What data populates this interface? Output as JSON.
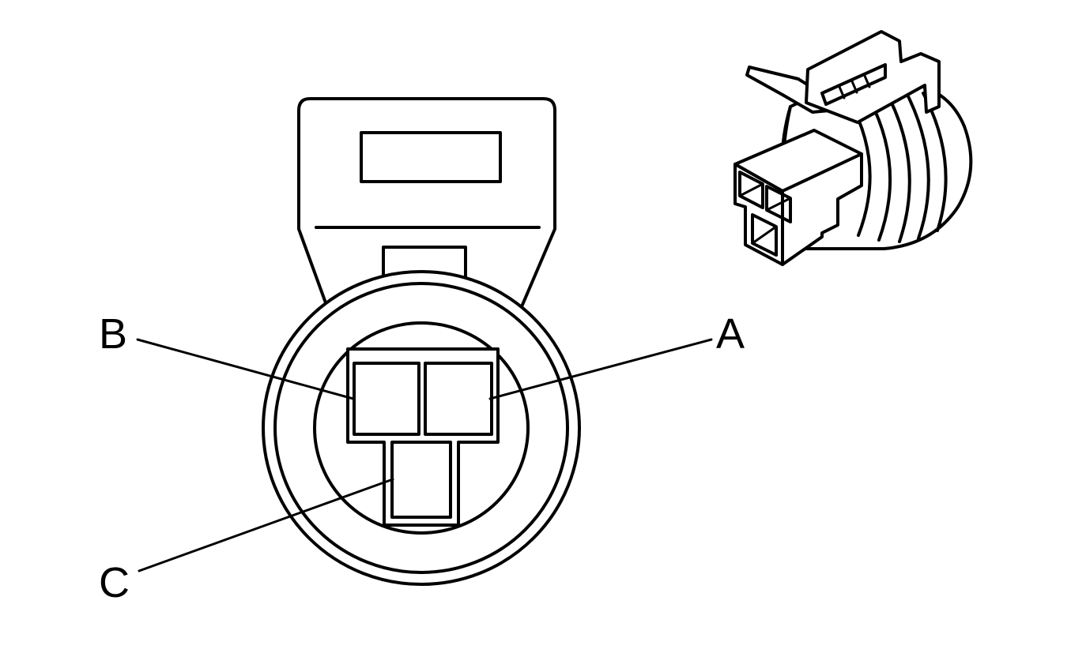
{
  "pins": [
    {
      "id": "a",
      "label": "A"
    },
    {
      "id": "b",
      "label": "B"
    },
    {
      "id": "c",
      "label": "C"
    }
  ],
  "colors": {
    "line": "#000000",
    "background": "#ffffff"
  }
}
